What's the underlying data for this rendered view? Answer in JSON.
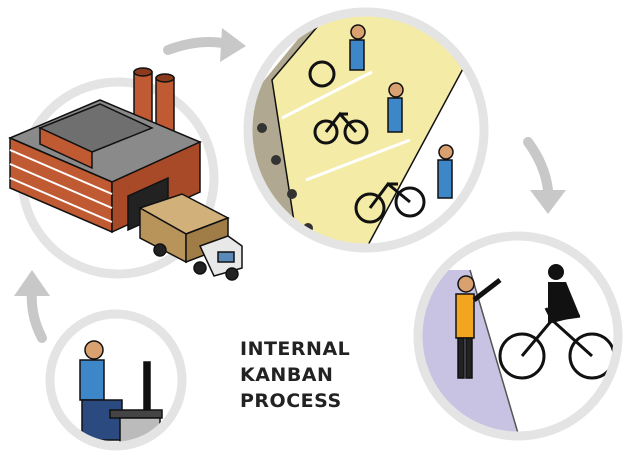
{
  "caption": {
    "line1": "INTERNAL",
    "line2": "KANBAN",
    "line3": "PROCESS"
  },
  "stages": [
    {
      "name": "factory-with-truck",
      "icon": "factory-icon"
    },
    {
      "name": "bicycle-assembly-line",
      "icon": "conveyor-icon"
    },
    {
      "name": "finished-bicycle-delivery",
      "icon": "bicycle-icon"
    },
    {
      "name": "computer-order-station",
      "icon": "computer-icon"
    }
  ],
  "colors": {
    "circle_ring": "#e4e4e4",
    "arrow": "#c8c8c8",
    "brick": "#c05a32",
    "roof": "#8a8a8a",
    "conveyor": "#f4eba6",
    "truck": "#b8945a",
    "worker_shirt": "#3d86c8",
    "floor_purple": "#c9c3e3",
    "outline": "#111111"
  }
}
